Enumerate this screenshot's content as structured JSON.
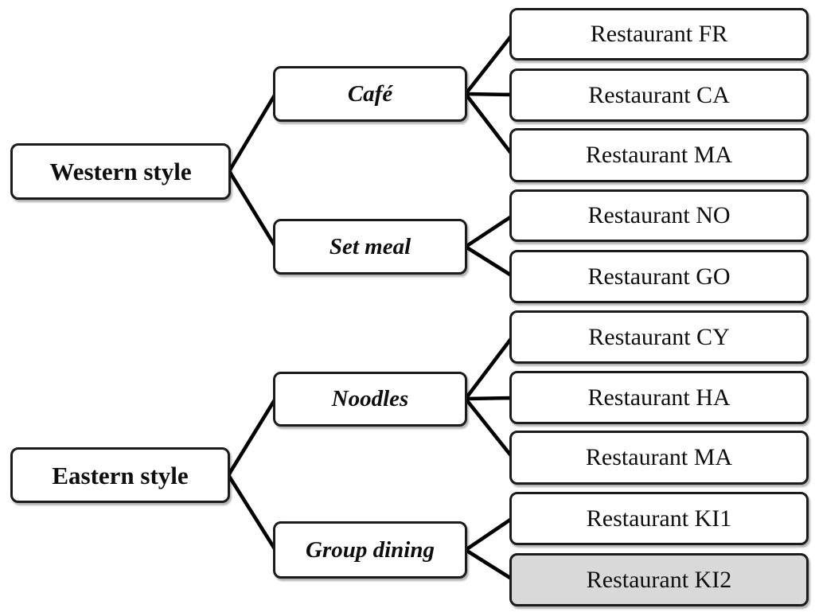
{
  "diagram": {
    "type": "tree",
    "orientation": "left-to-right",
    "colors": {
      "box_fill": "#ffffff",
      "box_border": "#1b1b1b",
      "connector": "#000000",
      "highlight_fill": "#d9d9d9",
      "text": "#0e0e0e"
    },
    "highlighted_node": "Restaurant KI2",
    "tree": [
      {
        "label": "Western style",
        "children": [
          {
            "label": "Café",
            "children": [
              {
                "label": "Restaurant FR"
              },
              {
                "label": "Restaurant CA"
              },
              {
                "label": "Restaurant MA"
              }
            ]
          },
          {
            "label": "Set meal",
            "children": [
              {
                "label": "Restaurant NO"
              },
              {
                "label": "Restaurant GO"
              }
            ]
          }
        ]
      },
      {
        "label": "Eastern style",
        "children": [
          {
            "label": "Noodles",
            "children": [
              {
                "label": "Restaurant CY"
              },
              {
                "label": "Restaurant HA"
              },
              {
                "label": "Restaurant MA"
              }
            ]
          },
          {
            "label": "Group dining",
            "children": [
              {
                "label": "Restaurant KI1"
              },
              {
                "label": "Restaurant KI2",
                "highlighted": true
              }
            ]
          }
        ]
      }
    ]
  }
}
